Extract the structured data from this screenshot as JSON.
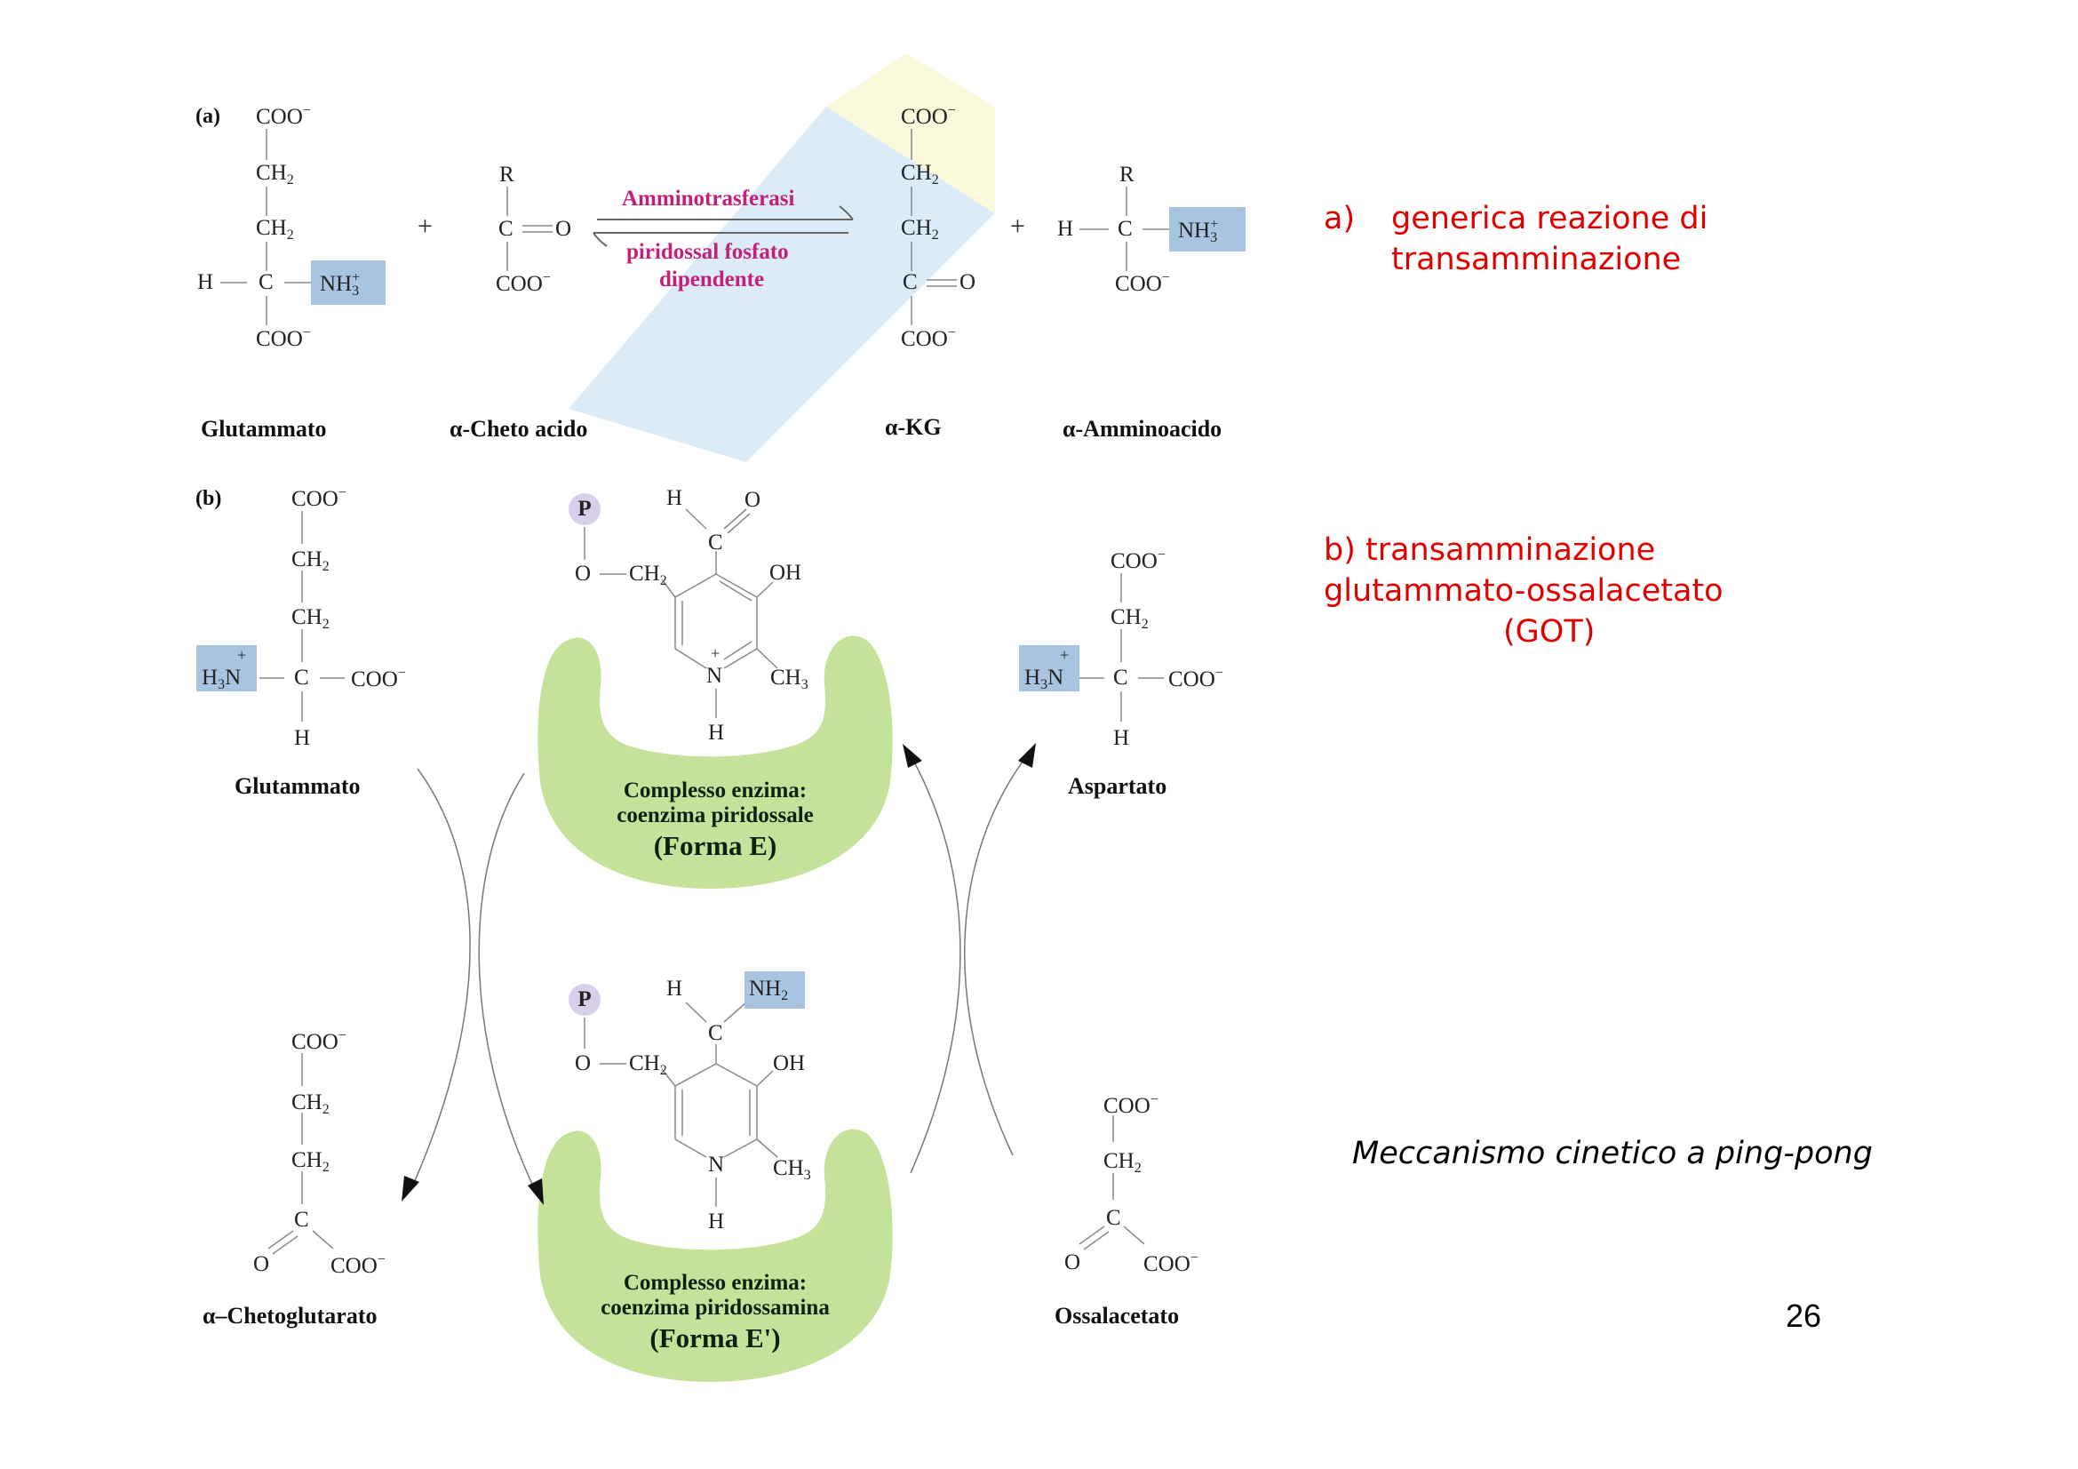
{
  "panel_a": {
    "label": "(a)",
    "glutamate": {
      "top": "COO",
      "ch2_1": "CH",
      "ch2_2": "CH",
      "h": "H",
      "c": "C",
      "nh3": "NH",
      "bottom": "COO",
      "name": "Glutammato"
    },
    "plus_1": "+",
    "keto_acid": {
      "r": "R",
      "c": "C",
      "o": "O",
      "bottom": "COO",
      "name": "α-Cheto acido"
    },
    "arrow": {
      "top_label": "Amminotrasferasi",
      "bottom_label_1": "piridossal fosfato",
      "bottom_label_2": "dipendente"
    },
    "alpha_kg": {
      "top": "COO",
      "ch2_1": "CH",
      "ch2_2": "CH",
      "c": "C",
      "o": "O",
      "bottom": "COO",
      "name": "α-KG"
    },
    "plus_2": "+",
    "amino_acid": {
      "r": "R",
      "h": "H",
      "c": "C",
      "nh3": "NH",
      "bottom": "COO",
      "name": "α-Amminoacido"
    }
  },
  "panel_b": {
    "label": "(b)",
    "glutamate": {
      "top": "COO",
      "ch2_1": "CH",
      "ch2_2": "CH",
      "h3n": "H",
      "n": "N",
      "c": "C",
      "coo": "COO",
      "h": "H",
      "name": "Glutammato"
    },
    "form_e": {
      "p": "P",
      "o": "O",
      "ch2": "CH",
      "h_ald": "H",
      "o_ald": "O",
      "c_ald": "C",
      "oh": "OH",
      "n": "N",
      "nh": "H",
      "ch3": "CH",
      "line1": "Complesso enzima:",
      "line2": "coenzima piridossale",
      "line3": "(Forma E)"
    },
    "aspartate": {
      "top": "COO",
      "ch2": "CH",
      "h3n": "H",
      "n": "N",
      "c": "C",
      "coo": "COO",
      "h": "H",
      "name": "Aspartato"
    },
    "alpha_ketoglutarate": {
      "top": "COO",
      "ch2_1": "CH",
      "ch2_2": "CH",
      "c": "C",
      "o": "O",
      "coo": "COO",
      "name": "α–Chetoglutarato"
    },
    "form_e_prime": {
      "p": "P",
      "o": "O",
      "ch2": "CH",
      "h": "H",
      "nh2": "NH",
      "c": "C",
      "oh": "OH",
      "n": "N",
      "nh": "H",
      "ch3": "CH",
      "line1": "Complesso enzima:",
      "line2": "coenzima piridossamina",
      "line3": "(Forma E')"
    },
    "oxaloacetate": {
      "top": "COO",
      "ch2": "CH",
      "c": "C",
      "o": "O",
      "coo": "COO",
      "name": "Ossalacetato"
    }
  },
  "notes": {
    "a_marker": "a)",
    "a_line1": "generica reazione di",
    "a_line2": "transamminazione",
    "b_line1": "b) transamminazione",
    "b_line2": "glutammato-ossalacetato",
    "b_line3": "(GOT)",
    "mechanism": "Meccanismo cinetico a ping-pong"
  },
  "page_number": "26",
  "colors": {
    "red_text": "#e00000",
    "enzyme_green": "#c5e29a",
    "highlight_blue": "#a9c4e0",
    "phosphate_purple": "#d8d0ea",
    "enzyme_label_magenta": "#c2207a"
  }
}
